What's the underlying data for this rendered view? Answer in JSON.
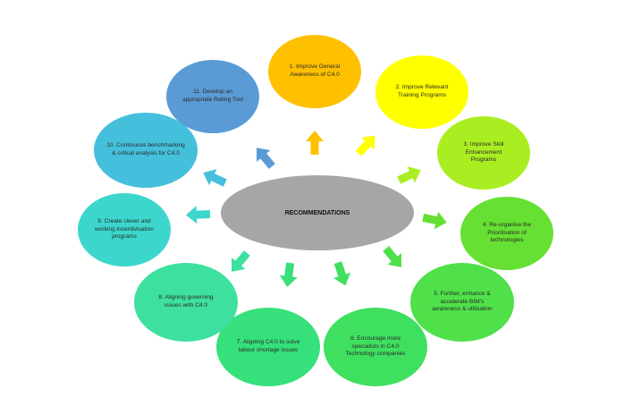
{
  "center_label": "RECOMMENDATIONS",
  "recommendations": [
    {
      "text": "1. Improve General Awareness of C4.0",
      "color": "#ffc000"
    },
    {
      "text": "2. Improve Relevant Training Programs",
      "color": "#ffff00"
    },
    {
      "text": "3. Improve Skill Enhancement Programs",
      "color": "#aaee22"
    },
    {
      "text": "4. Re-organise the Prioritisation of technologies",
      "color": "#66e033"
    },
    {
      "text": "5. Further, enhance & accelerate BIM's awareness & utilisation",
      "color": "#4fe04a"
    },
    {
      "text": "6. Encourage more specialists in C4.0 Technology companies",
      "color": "#3fe060"
    },
    {
      "text": "7. Aligning C4.0 to solve labour shortage issues",
      "color": "#36e07a"
    },
    {
      "text": "8. Aligning governing issues with C4.0",
      "color": "#3ee0a0"
    },
    {
      "text": "9. Create clever and working incentivisation programs",
      "color": "#3cd6cc"
    },
    {
      "text": "10. Continuous benchmarking & critical analysis for C4.0",
      "color": "#45c0dc"
    },
    {
      "text": "11. Develop an appropriate Rating Tool",
      "color": "#5b9bd5"
    }
  ]
}
